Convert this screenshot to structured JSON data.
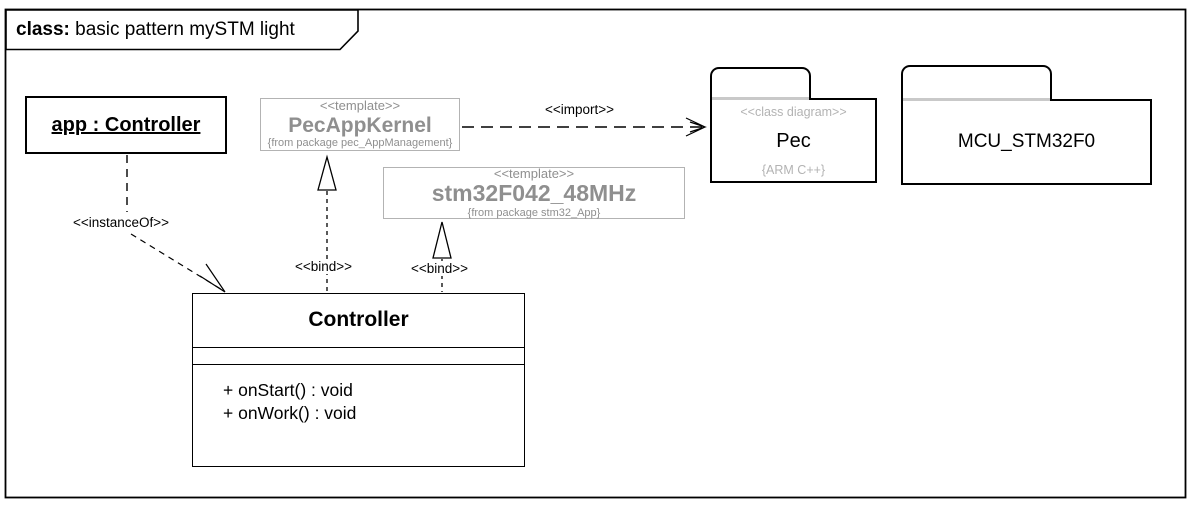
{
  "frame": {
    "title_keyword": "class:",
    "title_text": " basic pattern mySTM light"
  },
  "nodes": {
    "instance": {
      "label": "app : Controller"
    },
    "pec_app_kernel": {
      "stereotype": "<<template>>",
      "name": "PecAppKernel",
      "origin": "{from package pec_AppManagement}"
    },
    "stm32": {
      "stereotype": "<<template>>",
      "name": "stm32F042_48MHz",
      "origin": "{from package stm32_App}"
    },
    "controller": {
      "name": "Controller",
      "operations": [
        "+ onStart() : void",
        "+ onWork() : void"
      ]
    },
    "package_pec": {
      "stereotype": "<<class diagram>>",
      "name": "Pec",
      "tagged_value": "{ARM C++}"
    },
    "package_mcu": {
      "name": "MCU_STM32F0"
    }
  },
  "edges": {
    "instance_of": {
      "label": "<<instanceOf>>"
    },
    "bind_pec": {
      "label": "<<bind>>"
    },
    "bind_stm32": {
      "label": "<<bind>>"
    },
    "import_pec": {
      "label": "<<import>>"
    }
  },
  "colors": {
    "black": "#000000",
    "gray_text": "#8f8f8f",
    "gray_border": "#b3b3b3",
    "light_gray_text": "#b3b3b3",
    "tab_divider": "#c9c9c9",
    "background": "#ffffff"
  }
}
